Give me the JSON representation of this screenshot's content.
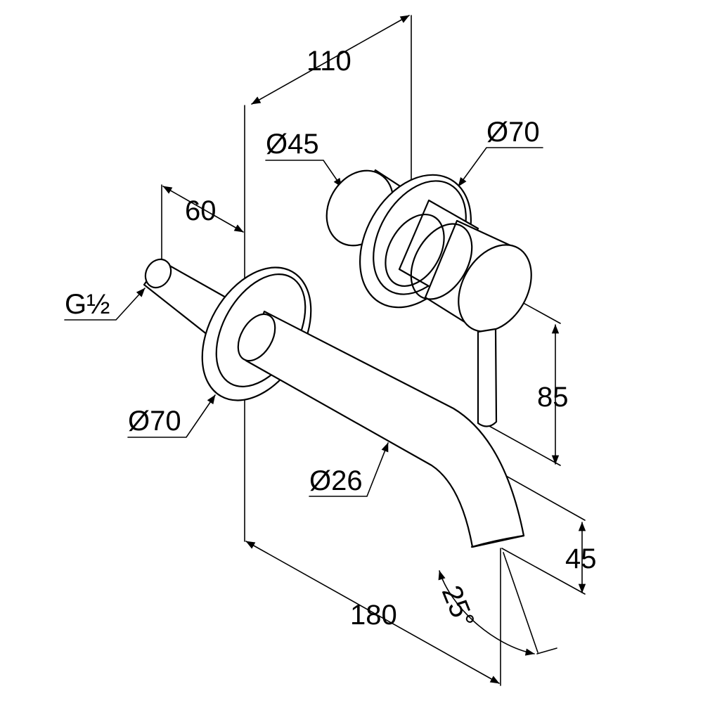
{
  "drawing": {
    "dimensions": {
      "width_110": "110",
      "mixer_diameter_45": "Ø45",
      "rosette_diameter_70_top": "Ø70",
      "depth_60": "60",
      "thread": "G½",
      "rosette_diameter_70_left": "Ø70",
      "lever_height_85": "85",
      "spout_diameter_26": "Ø26",
      "spout_drop_45": "45",
      "angle_25": "25°",
      "projection_180": "180"
    },
    "colors": {
      "line": "#000000",
      "background": "#ffffff"
    }
  }
}
